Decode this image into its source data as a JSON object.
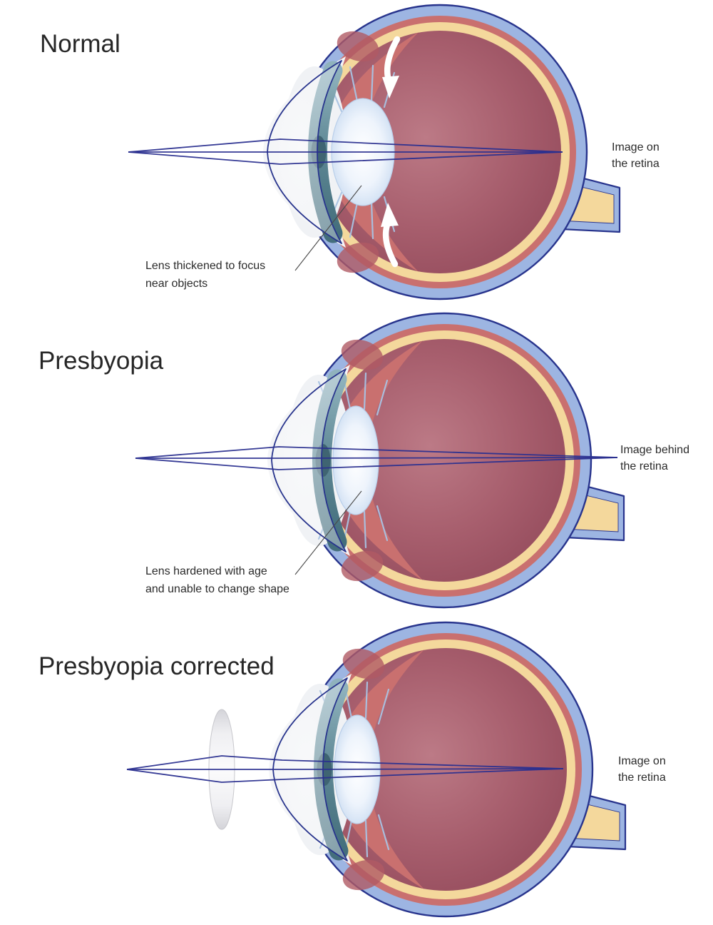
{
  "figure": {
    "type": "medical-diagram",
    "subject": "Eye accommodation: normal vision, presbyopia, and presbyopia corrected with an external lens"
  },
  "panels": [
    {
      "id": "normal",
      "title": "Normal",
      "retina_label_lines": [
        "Image on",
        "the retina"
      ],
      "annotation_lines": [
        "Lens thickened to focus",
        "near objects"
      ],
      "features": {
        "ciliary_arrows": true,
        "corrective_lens": false,
        "focus": "on-retina",
        "lens_shape": "thick"
      }
    },
    {
      "id": "presbyopia",
      "title": "Presbyopia",
      "retina_label_lines": [
        "Image behind",
        "the retina"
      ],
      "annotation_lines": [
        "Lens hardened with age",
        "and unable to change shape"
      ],
      "features": {
        "ciliary_arrows": false,
        "corrective_lens": false,
        "focus": "behind-retina",
        "lens_shape": "thin"
      }
    },
    {
      "id": "presbyopia-corrected",
      "title": "Presbyopia corrected",
      "retina_label_lines": [
        "Image on",
        "the retina"
      ],
      "annotation_lines": [],
      "features": {
        "ciliary_arrows": false,
        "corrective_lens": true,
        "focus": "on-retina",
        "lens_shape": "thin"
      }
    }
  ],
  "colors": {
    "background": "#ffffff",
    "sheath_blue": "#9db5e2",
    "outline_navy": "#28348d",
    "choroid_salmon": "#c9706f",
    "sclera_cream": "#f4d89c",
    "vitreous_maroon": "#9c4e5f",
    "vitreous_highlight": "#bb7985",
    "lens_blue": "#c3d7ef",
    "iris_teal": "#5d8794",
    "pupil_teal": "#3f6472",
    "cornea_white": "#f2f4f7",
    "zonule_blue": "#a9c3e3",
    "ciliary_red": "#b05a64",
    "light_ray_navy": "#2a2f8f",
    "arrow_white": "#ffffff",
    "label_text": "#2b2b2b",
    "leader_line": "#4a4a4a",
    "corrective_lens_gray": "#e9e9ec"
  }
}
